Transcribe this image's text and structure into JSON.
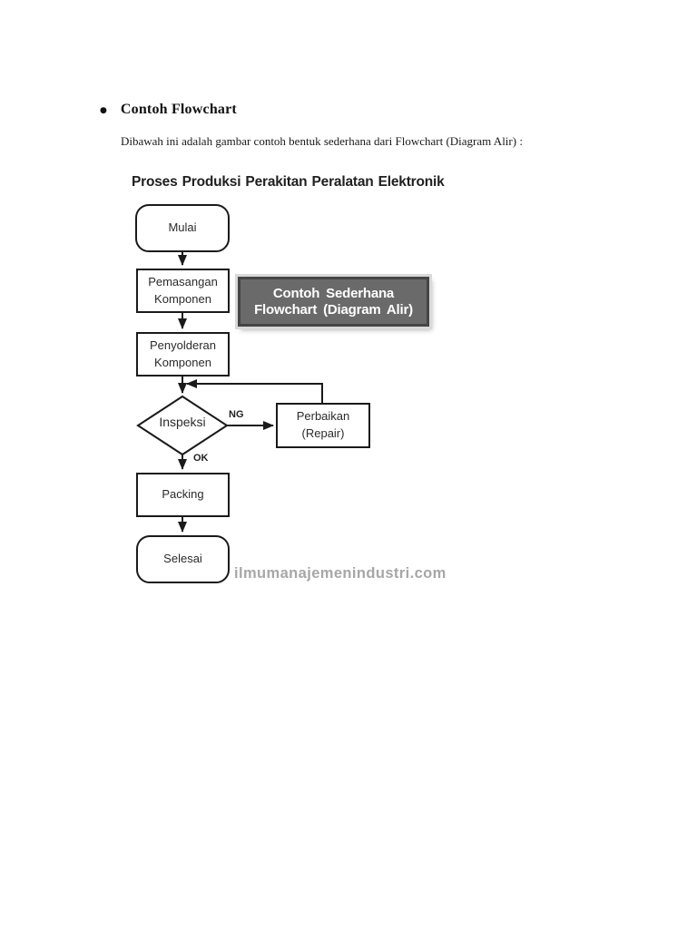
{
  "document": {
    "bullet_glyph": "●",
    "heading": "Contoh Flowchart",
    "intro": "Dibawah ini adalah gambar contoh bentuk sederhana dari Flowchart (Diagram Alir) :"
  },
  "flowchart": {
    "title": "Proses Produksi Perakitan Peralatan Elektronik",
    "nodes": {
      "mulai": {
        "label": "Mulai",
        "shape": "terminator"
      },
      "pemasangan": {
        "label": "Pemasangan Komponen",
        "shape": "process"
      },
      "penyolderan": {
        "label": "Penyolderan Komponen",
        "shape": "process"
      },
      "inspeksi": {
        "label": "Inspeksi",
        "shape": "decision"
      },
      "perbaikan": {
        "label": "Perbaikan (Repair)",
        "shape": "process"
      },
      "packing": {
        "label": "Packing",
        "shape": "process"
      },
      "selesai": {
        "label": "Selesai",
        "shape": "terminator"
      }
    },
    "edges": {
      "ng_label": "NG",
      "ok_label": "OK"
    },
    "callout": {
      "line1": "Contoh Sederhana",
      "line2": "Flowchart (Diagram Alir)"
    },
    "watermark": "ilmumanajemenindustri.com",
    "colors": {
      "line": "#1a1a1a",
      "node_fill": "#ffffff",
      "node_border": "#1a1a1a",
      "callout_fill": "#6a6a6a",
      "callout_border": "#454545",
      "callout_text": "#ffffff",
      "watermark_text": "#a7a7a7"
    }
  }
}
